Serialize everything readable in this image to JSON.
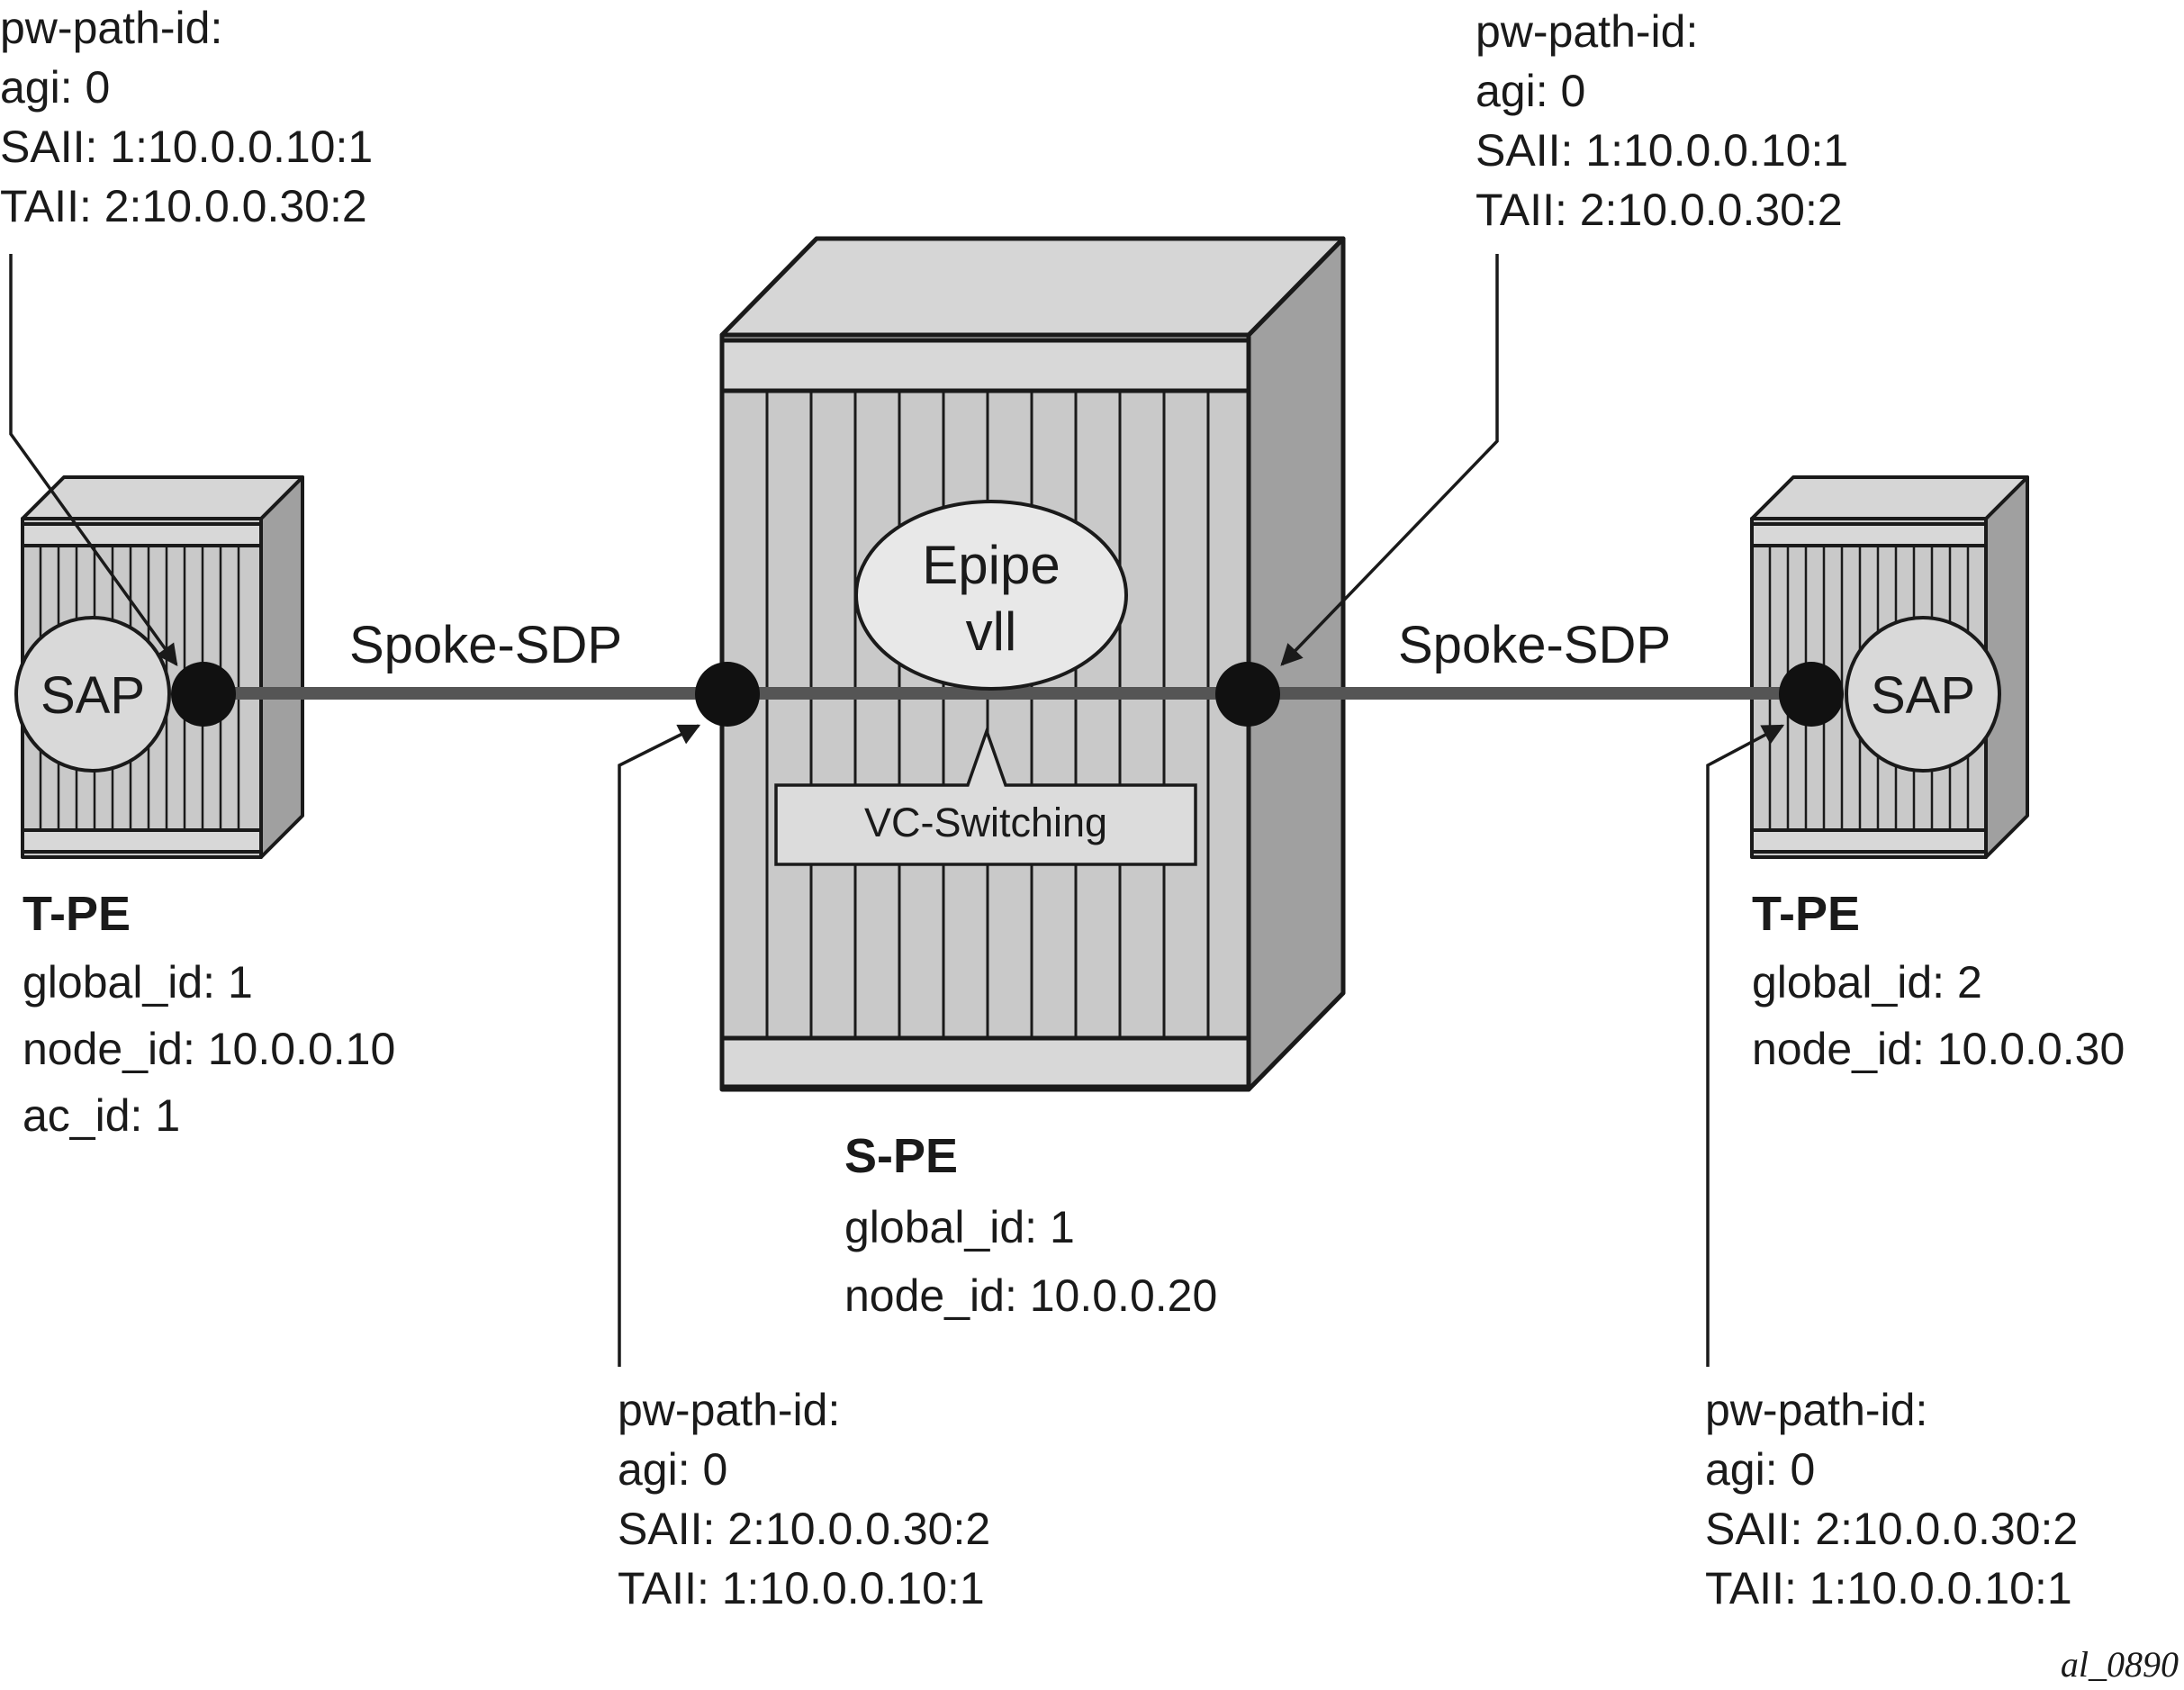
{
  "diagram": {
    "left_node": {
      "role": "T-PE",
      "fields": [
        "global_id: 1",
        "node_id: 10.0.0.10",
        "ac_id: 1"
      ],
      "sap_label": "SAP"
    },
    "center_node": {
      "role": "S-PE",
      "fields": [
        "global_id: 1",
        "node_id: 10.0.0.20"
      ],
      "service_line1": "Epipe",
      "service_line2": "vll",
      "switching_label": "VC-Switching"
    },
    "right_node": {
      "role": "T-PE",
      "fields": [
        "global_id: 2",
        "node_id: 10.0.0.30"
      ],
      "sap_label": "SAP"
    },
    "links": {
      "left_label": "Spoke-SDP",
      "right_label": "Spoke-SDP"
    },
    "callouts": {
      "top_left": [
        "pw-path-id:",
        "agi: 0",
        "SAII: 1:10.0.0.10:1",
        "TAII: 2:10.0.0.30:2"
      ],
      "top_right": [
        "pw-path-id:",
        "agi: 0",
        "SAII: 1:10.0.0.10:1",
        "TAII: 2:10.0.0.30:2"
      ],
      "bottom_center": [
        "pw-path-id:",
        "agi: 0",
        "SAII: 2:10.0.0.30:2",
        "TAII: 1:10.0.0.10:1"
      ],
      "bottom_right": [
        "pw-path-id:",
        "agi: 0",
        "SAII: 2:10.0.0.30:2",
        "TAII: 1:10.0.0.10:1"
      ]
    },
    "figure_id": "al_0890"
  }
}
